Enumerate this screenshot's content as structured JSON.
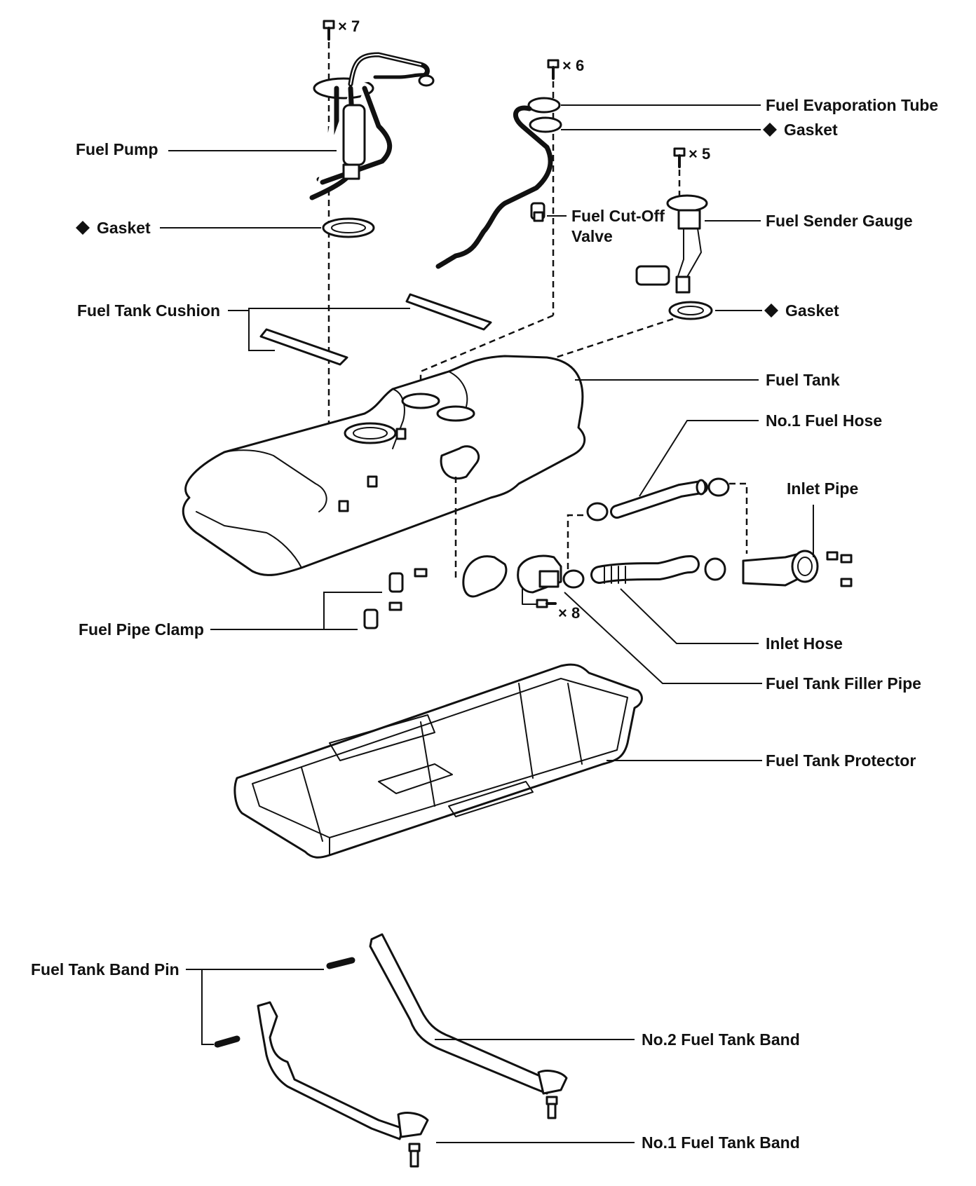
{
  "labels": {
    "fuel_pump": "Fuel Pump",
    "gasket_pump": "Gasket",
    "fuel_tank_cushion": "Fuel Tank Cushion",
    "fuel_pipe_clamp": "Fuel Pipe Clamp",
    "fuel_evaporation_tube": "Fuel Evaporation Tube",
    "gasket_evap": "Gasket",
    "fuel_cutoff_valve_line1": "Fuel Cut-Off",
    "fuel_cutoff_valve_line2": "Valve",
    "fuel_sender_gauge": "Fuel Sender Gauge",
    "gasket_sender": "Gasket",
    "fuel_tank": "Fuel Tank",
    "no1_fuel_hose": "No.1 Fuel Hose",
    "inlet_pipe": "Inlet Pipe",
    "inlet_hose": "Inlet Hose",
    "fuel_tank_filler_pipe": "Fuel Tank Filler Pipe",
    "fuel_tank_protector": "Fuel Tank Protector",
    "fuel_tank_band_pin": "Fuel Tank Band Pin",
    "no2_fuel_tank_band": "No.2 Fuel Tank Band",
    "no1_fuel_tank_band": "No.1 Fuel Tank Band"
  },
  "quantities": {
    "pump_bolts": "× 7",
    "evap_bolts": "× 6",
    "sender_bolts": "× 5",
    "filler_bolts": "× 8"
  },
  "colors": {
    "ink": "#111111",
    "paper": "#ffffff"
  }
}
